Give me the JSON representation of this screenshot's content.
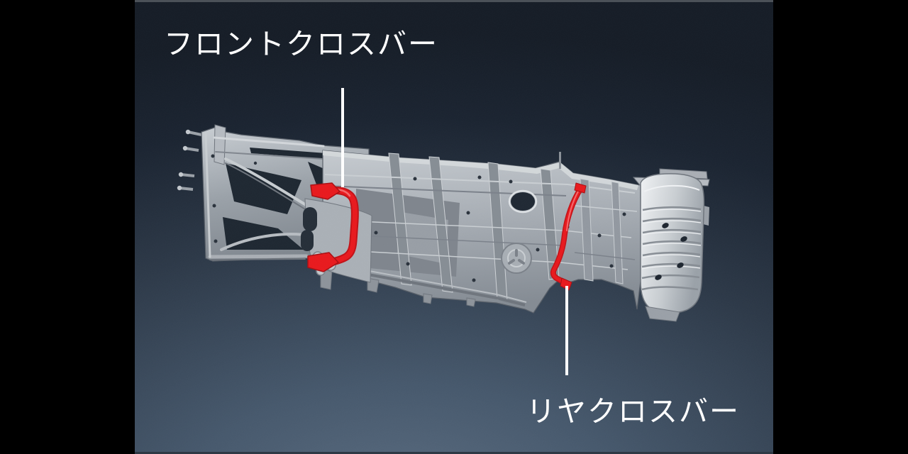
{
  "scene": {
    "description": "Vehicle underbody platform diagram with highlighted front and rear crossbars",
    "background": {
      "letterbox_color": "#000000",
      "gradient_top_color": "#151c26",
      "gradient_bottom_color": "#5a6c80",
      "top_edge_strip_color": "#4b5158",
      "bottom_edge_strip_color": "#2e3945"
    },
    "highlight_color": "#e8191d",
    "leader_line_color": "#ffffff",
    "label_color": "#ffffff",
    "chassis_base_color": "#9aa1a8"
  },
  "annotations": {
    "front_crossbar": {
      "label": "フロントクロスバー"
    },
    "rear_crossbar": {
      "label": "リヤクロスバー"
    }
  }
}
